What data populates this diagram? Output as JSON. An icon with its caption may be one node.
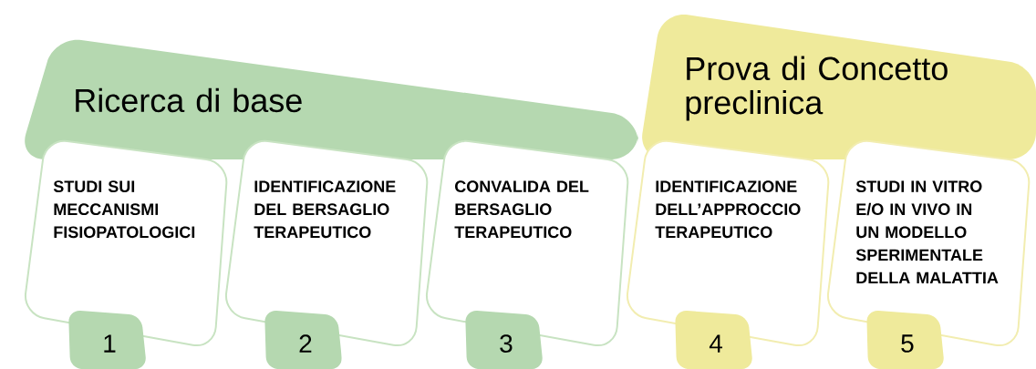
{
  "diagram": {
    "nodes": [
      {
        "text": [
          "Ricerca di base"
        ]
      },
      {
        "text": [
          "STUDI SUI MECCANISMI FISIOPATOLOGICI"
        ]
      },
      {
        "text": [
          "1"
        ]
      },
      {
        "text": [
          "IDENTIFICAZIONE DEL BERSAGLIO TERAPEUTICO"
        ]
      },
      {
        "text": [
          "2"
        ]
      },
      {
        "text": [
          "CONVALIDA DEL BERSAGLIO TERAPEUTICO"
        ]
      },
      {
        "text": [
          "3"
        ]
      },
      {
        "text": [
          "Prova di Concetto preclinica"
        ]
      },
      {
        "text": [
          "IDENTIFICAZIONE DELL’APPROCCIO TERAPEUTICO"
        ]
      },
      {
        "text": [
          "4"
        ]
      },
      {
        "text": [
          "STUDI IN VITRO E/O IN VIVO IN UN MODELLO SPERIMENTALE DELLA MALATTIA"
        ]
      },
      {
        "text": [
          "5"
        ]
      }
    ]
  }
}
